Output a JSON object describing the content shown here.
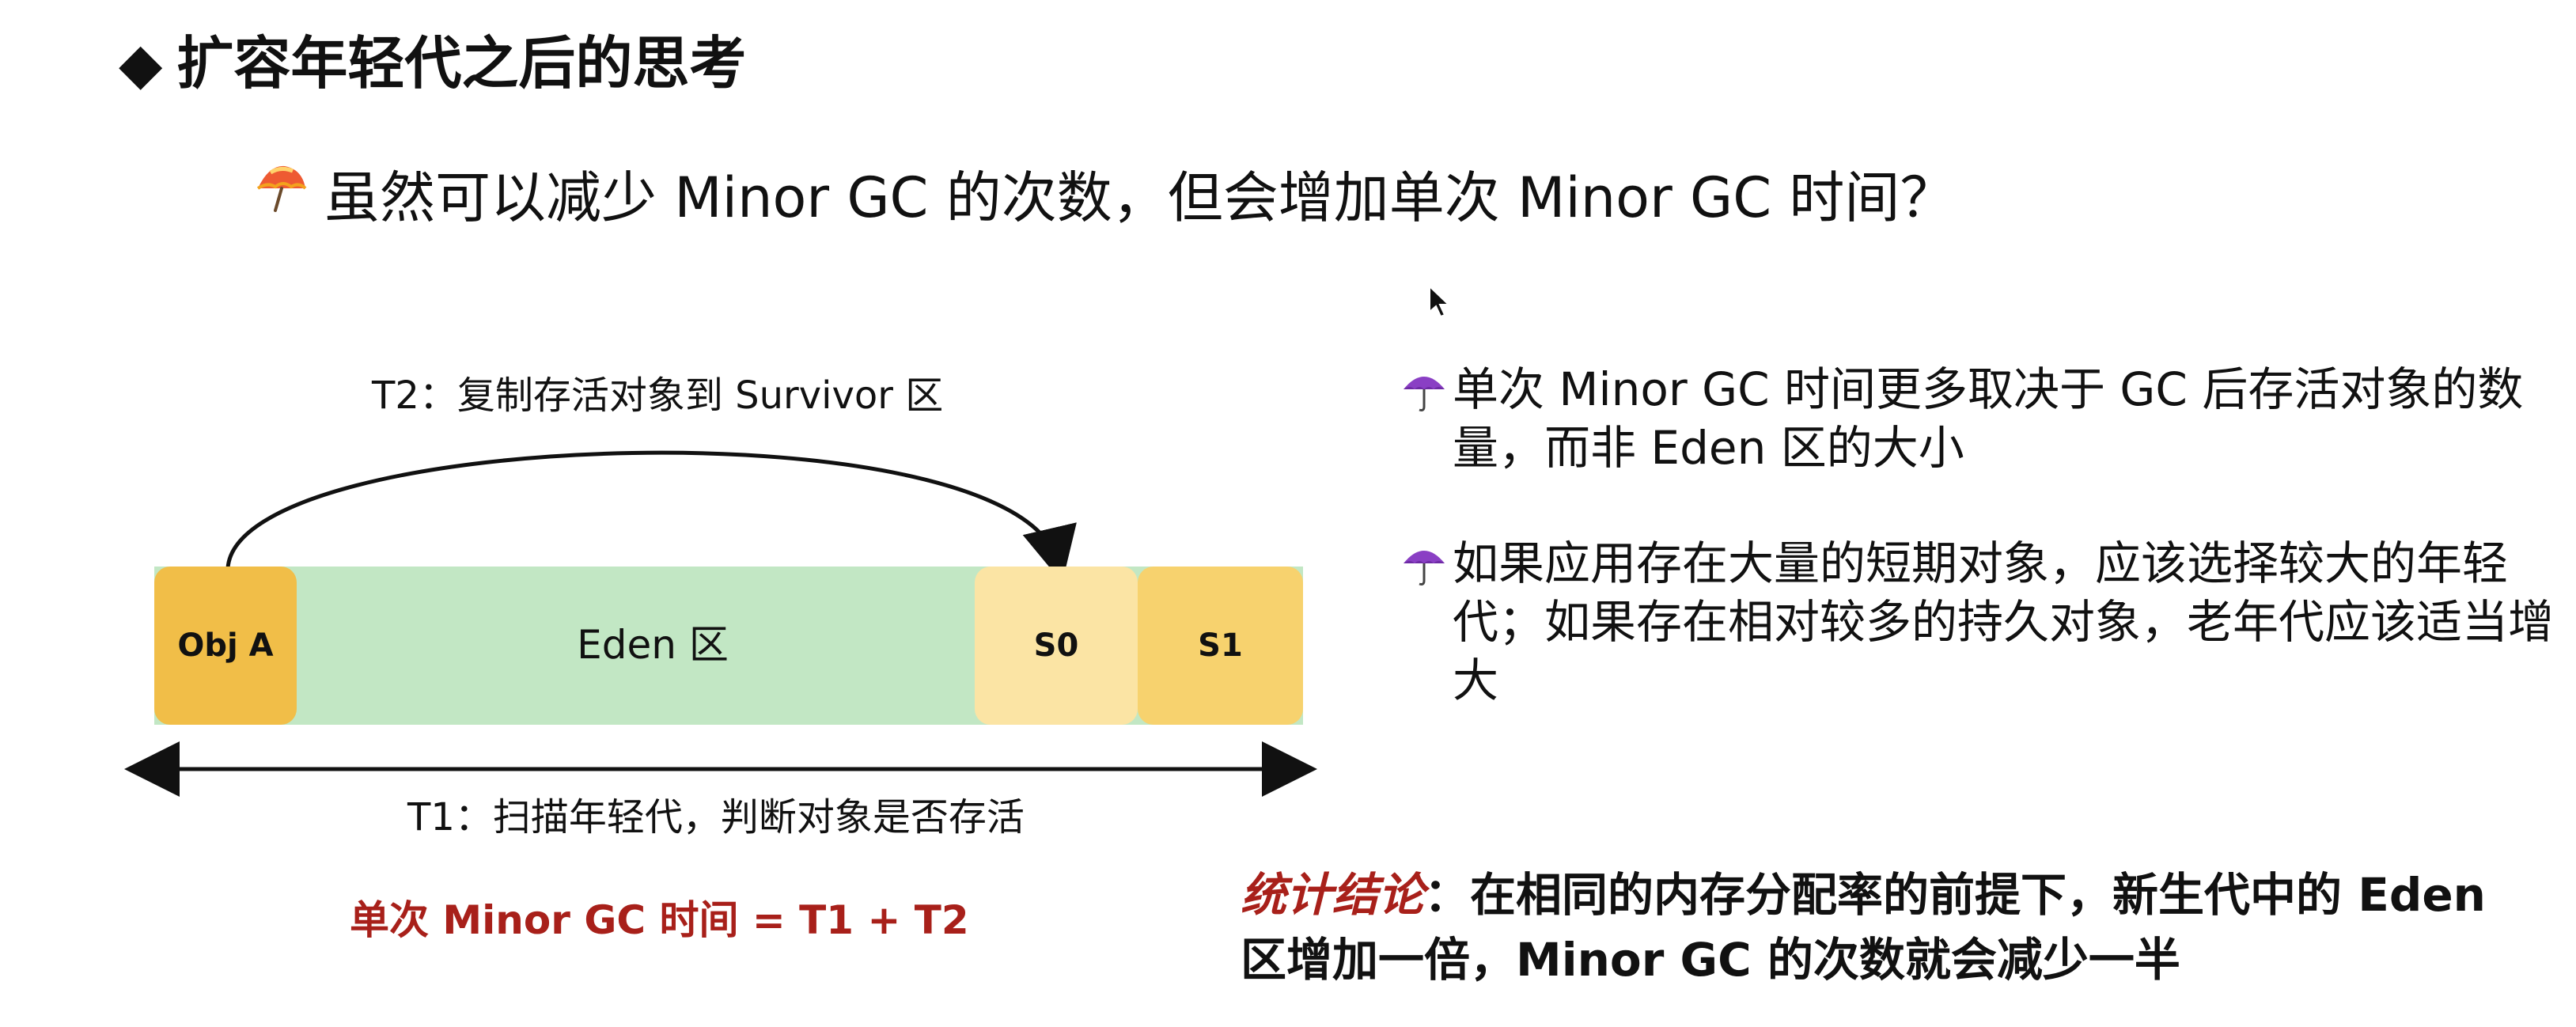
{
  "title": {
    "bullet": "◆",
    "text": "扩容年轻代之后的思考"
  },
  "question": {
    "icon": "umbrella-icon",
    "text": "虽然可以减少 Minor GC 的次数，但会增加单次 Minor GC 时间？"
  },
  "diagram": {
    "t2_label": "T2：复制存活对象到 Survivor 区",
    "t1_label": "T1：扫描年轻代，判断对象是否存活",
    "blocks": {
      "obj_a": "Obj A",
      "eden": "Eden 区",
      "s0": "S0",
      "s1": "S1"
    },
    "colors": {
      "eden": "#c2e7c4",
      "obj_a": "#f1be48",
      "s0": "#fbe4a4",
      "s1": "#f7d26e"
    }
  },
  "formula": "单次 Minor GC 时间 = T1 + T2",
  "points": [
    {
      "icon": "purple-umbrella-icon",
      "text": "单次 Minor GC 时间更多取决于 GC 后存活对象的数量，而非 Eden 区的大小"
    },
    {
      "icon": "purple-umbrella-icon",
      "text": "如果应用存在大量的短期对象，应该选择较大的年轻代；如果存在相对较多的持久对象，老年代应该适当增大"
    }
  ],
  "conclusion": {
    "highlight": "统计结论",
    "text": "：在相同的内存分配率的前提下，新生代中的 Eden 区增加一倍，Minor GC 的次数就会减少一半"
  }
}
